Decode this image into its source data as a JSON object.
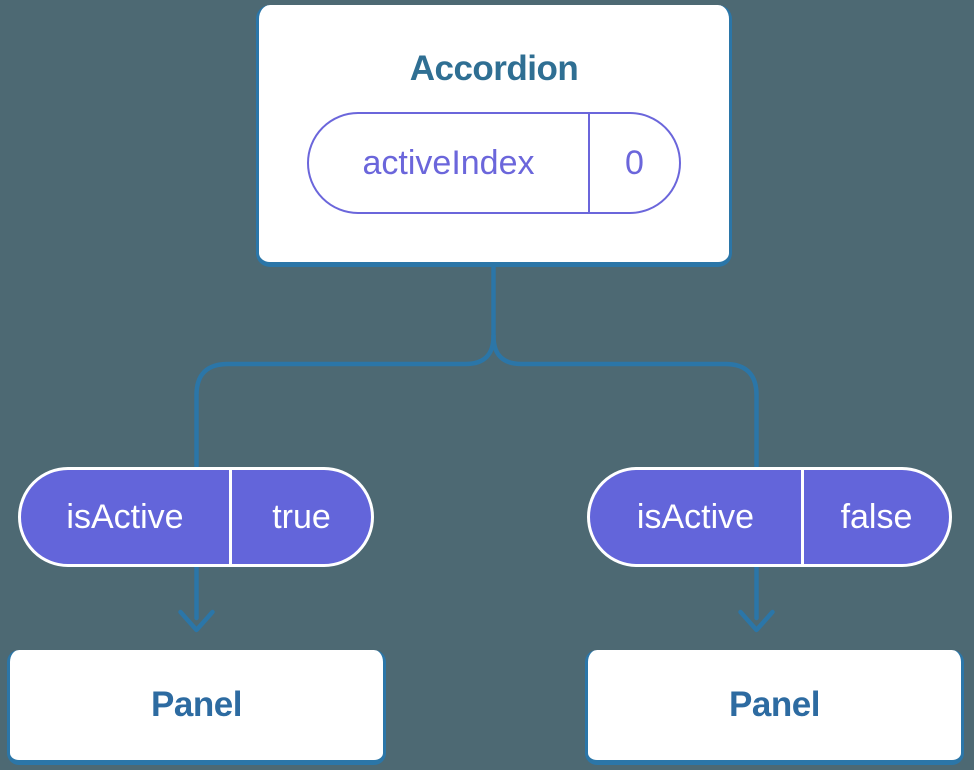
{
  "colors": {
    "background": "#4d6973",
    "connector_line": "#2b76a8",
    "box_background": "#ffffff",
    "box_border": "#2b76a8",
    "accordion_title_text": "#2f6f93",
    "panel_title_text": "#2d6ba1",
    "prop_pill_fill": "#6365da",
    "prop_pill_text": "#ffffff",
    "state_pill_accent": "#6b66db"
  },
  "diagram": {
    "root": {
      "title": "Accordion",
      "state": {
        "name": "activeIndex",
        "value": "0"
      }
    },
    "children": [
      {
        "prop": {
          "name": "isActive",
          "value": "true"
        },
        "node": {
          "title": "Panel"
        }
      },
      {
        "prop": {
          "name": "isActive",
          "value": "false"
        },
        "node": {
          "title": "Panel"
        }
      }
    ]
  }
}
